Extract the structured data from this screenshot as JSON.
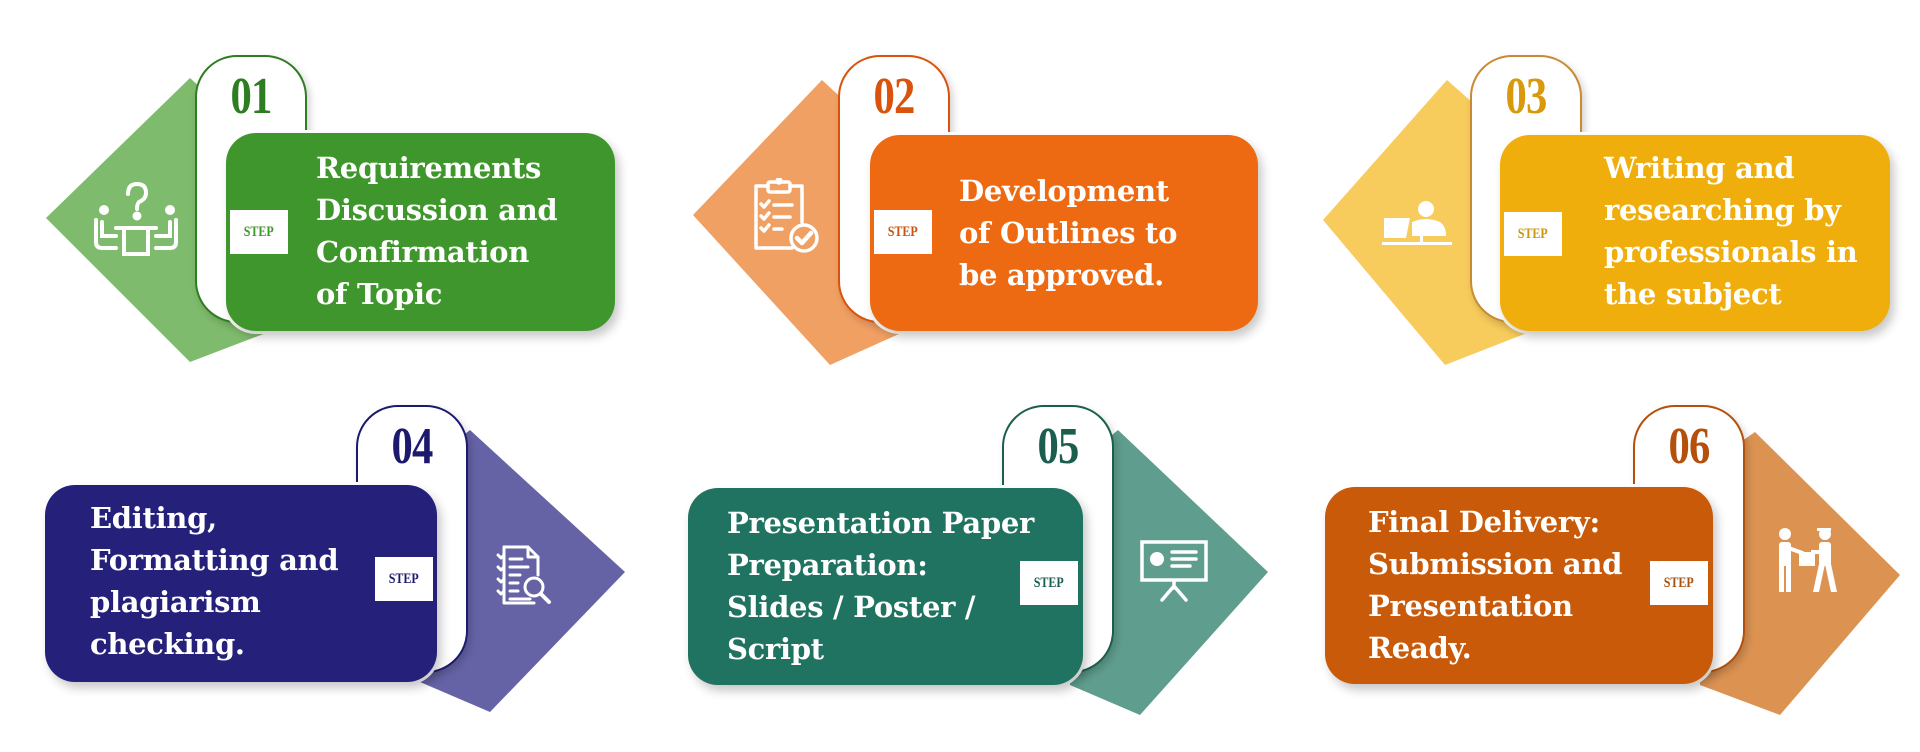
{
  "steps": [
    {
      "number": "01",
      "step_label": "STEP",
      "lines": [
        "Requirements",
        "Discussion and",
        "Confirmation",
        "of Topic"
      ],
      "text": "Requirements Discussion and Confirmation of Topic",
      "icon": "meeting-discussion-icon",
      "colors": {
        "card": "#3f962c",
        "diamond": "#7fbb6c",
        "number": "#2f7d23",
        "step_text": "#3f962c"
      }
    },
    {
      "number": "02",
      "step_label": "STEP",
      "lines": [
        "Development",
        "of Outlines to",
        "be approved."
      ],
      "text": "Development of Outlines to be approved.",
      "icon": "clipboard-checklist-icon",
      "colors": {
        "card": "#ee6a12",
        "diamond": "#f1a063",
        "number": "#d9530c",
        "step_text": "#c8520e"
      }
    },
    {
      "number": "03",
      "step_label": "STEP",
      "lines": [
        "Writing and",
        "researching by",
        "professionals in",
        "the subject"
      ],
      "text": "Writing and researching by professionals in the subject",
      "icon": "person-laptop-icon",
      "colors": {
        "card": "#f0ae0c",
        "diamond": "#f7cb5c",
        "number": "#d9990c",
        "step_text": "#c9960e"
      }
    },
    {
      "number": "04",
      "step_label": "STEP",
      "lines": [
        "Editing,",
        "Formatting and",
        "plagiarism",
        "checking."
      ],
      "text": "Editing, Formatting and plagiarism checking.",
      "icon": "document-search-icon",
      "colors": {
        "card": "#25207a",
        "diamond": "#6563a6",
        "number": "#1d1a6e",
        "step_text": "#1d1a6e"
      }
    },
    {
      "number": "05",
      "step_label": "STEP",
      "lines": [
        "Presentation Paper",
        "Preparation:",
        "Slides / Poster /",
        "Script"
      ],
      "text": "Presentation Paper Preparation: Slides / Poster / Script",
      "icon": "presentation-board-icon",
      "colors": {
        "card": "#1f7360",
        "diamond": "#5f9e8e",
        "number": "#1b5e4f",
        "step_text": "#1b5e4f"
      }
    },
    {
      "number": "06",
      "step_label": "STEP",
      "lines": [
        "Final Delivery:",
        "Submission and",
        "Presentation",
        "Ready."
      ],
      "text": "Final Delivery: Submission and Presentation Ready.",
      "icon": "package-handover-icon",
      "colors": {
        "card": "#c85a0a",
        "diamond": "#dc9352",
        "number": "#b4500c",
        "step_text": "#a8500e"
      }
    }
  ]
}
